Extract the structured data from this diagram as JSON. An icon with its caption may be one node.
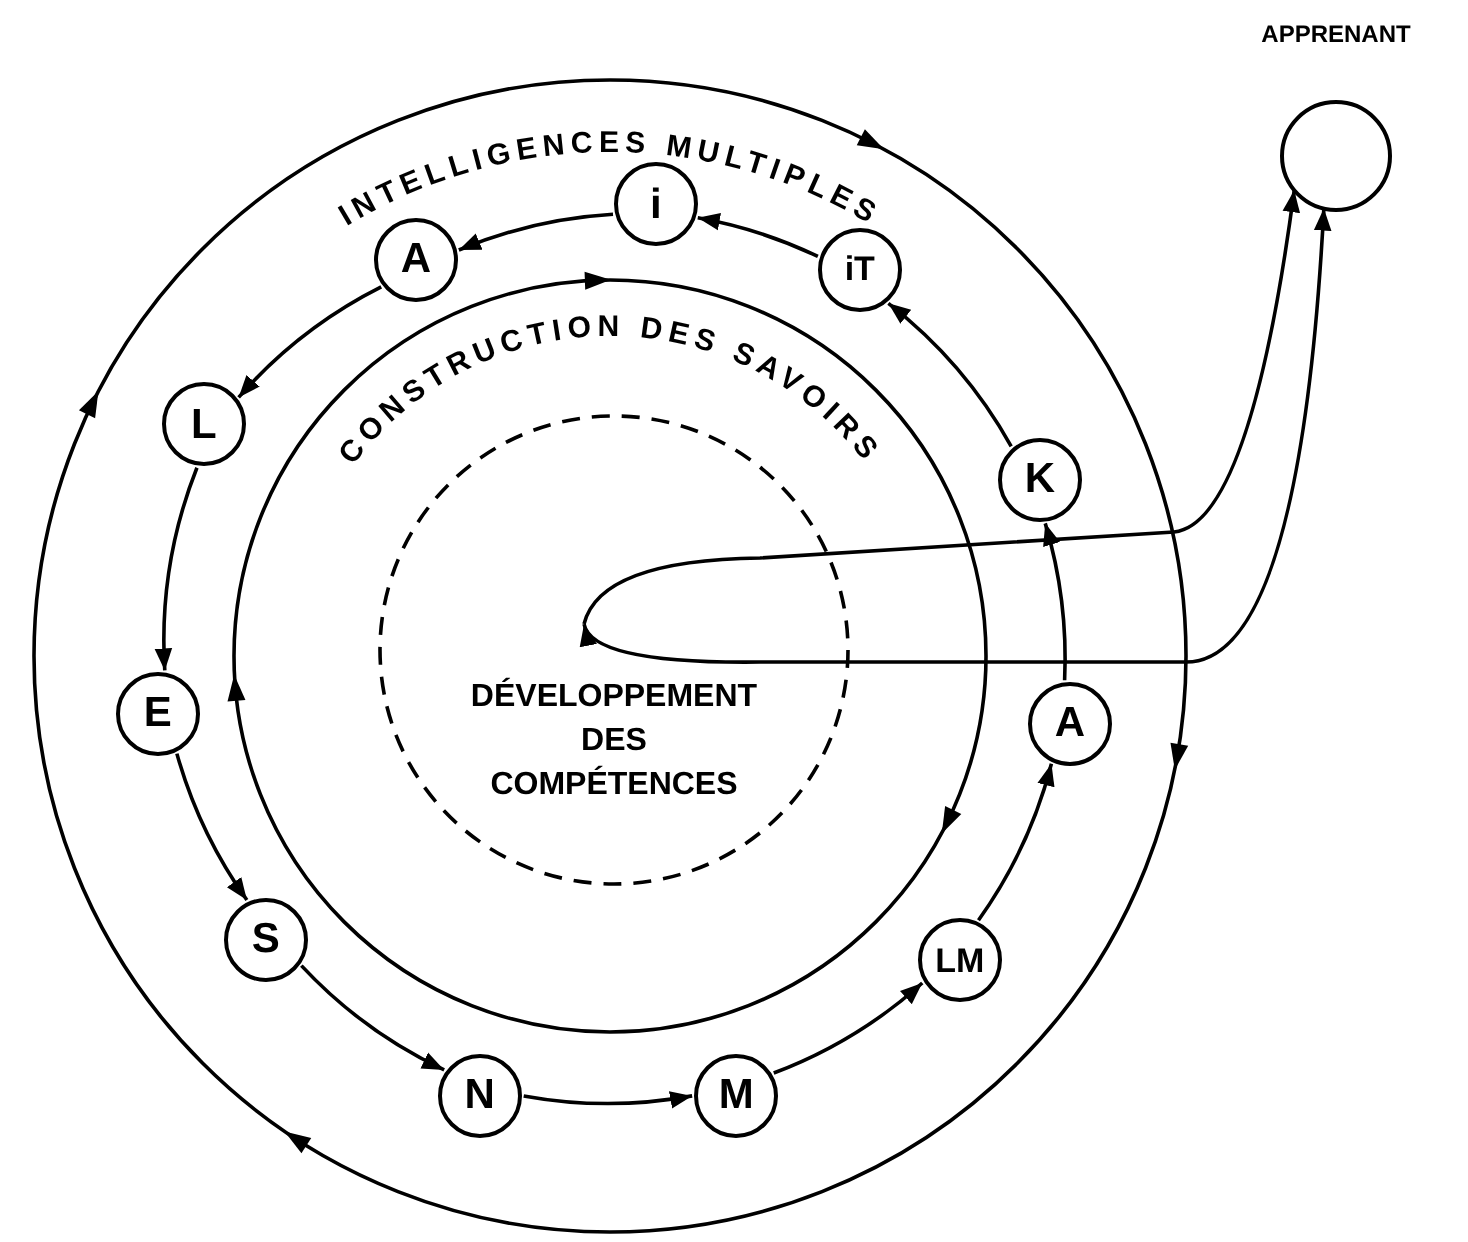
{
  "diagram": {
    "nodes": [
      {
        "text": [
          "INTELLIGENCES MULTIPLES"
        ]
      },
      {
        "text": [
          "CONSTRUCTION DES SAVOIRS"
        ],
        "in": 0
      },
      {
        "text": [
          "DÉVELOPPEMENT DES COMPÉTENCES"
        ],
        "in": 1
      },
      {
        "text": [
          "i"
        ],
        "in": 0
      },
      {
        "text": [
          "A"
        ],
        "in": 0
      },
      {
        "text": [
          "L"
        ],
        "in": 0
      },
      {
        "text": [
          "E"
        ],
        "in": 0
      },
      {
        "text": [
          "S"
        ],
        "in": 0
      },
      {
        "text": [
          "N"
        ],
        "in": 0
      },
      {
        "text": [
          "M"
        ],
        "in": 0
      },
      {
        "text": [
          "LM"
        ],
        "in": 0
      },
      {
        "text": [
          "A"
        ],
        "in": 0
      },
      {
        "text": [
          "K"
        ],
        "in": 0
      },
      {
        "text": [
          "iT"
        ],
        "in": 0
      },
      {
        "text": [
          "APPRENANT"
        ]
      }
    ],
    "edges": [
      {
        "from": 13,
        "to": 3,
        "arrow": "to"
      },
      {
        "from": 3,
        "to": 4,
        "arrow": "to"
      },
      {
        "from": 4,
        "to": 5,
        "arrow": "to"
      },
      {
        "from": 5,
        "to": 6,
        "arrow": "to"
      },
      {
        "from": 6,
        "to": 7,
        "arrow": "to"
      },
      {
        "from": 7,
        "to": 8,
        "arrow": "to"
      },
      {
        "from": 8,
        "to": 9,
        "arrow": "to"
      },
      {
        "from": 9,
        "to": 10,
        "arrow": "to"
      },
      {
        "from": 10,
        "to": 11,
        "arrow": "to"
      },
      {
        "from": 11,
        "to": 12,
        "arrow": "to"
      },
      {
        "from": 12,
        "to": 13,
        "arrow": "to"
      },
      {
        "from": 2,
        "to": 14,
        "arrow": "to"
      },
      {
        "from": 2,
        "to": 14,
        "arrow": "both"
      }
    ]
  }
}
